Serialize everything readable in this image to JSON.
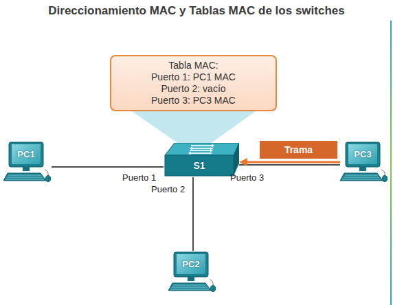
{
  "diagram": {
    "title": "Direccionamiento MAC y Tablas MAC de los switches",
    "nodes": [
      {
        "text": [
          "Tabla MAC:",
          "Puerto 1: PC1 MAC",
          "Puerto 2: vacío",
          "Puerto 3: PC3 MAC"
        ]
      },
      {
        "text": [
          "PC1"
        ]
      },
      {
        "text": [
          "S1"
        ]
      },
      {
        "text": [
          "Trama"
        ]
      },
      {
        "text": [
          "PC3"
        ]
      },
      {
        "text": [
          "PC2"
        ]
      }
    ],
    "edges": [
      {
        "from": 1,
        "to": 2,
        "arrow": "none"
      },
      {
        "from": 2,
        "to": 4,
        "arrow": "none"
      },
      {
        "from": 2,
        "to": 5,
        "arrow": "none"
      },
      {
        "from": 4,
        "to": 2,
        "arrow": "to"
      }
    ],
    "labels": [
      "Puerto 1",
      "Puerto 2",
      "Puerto 3"
    ]
  }
}
